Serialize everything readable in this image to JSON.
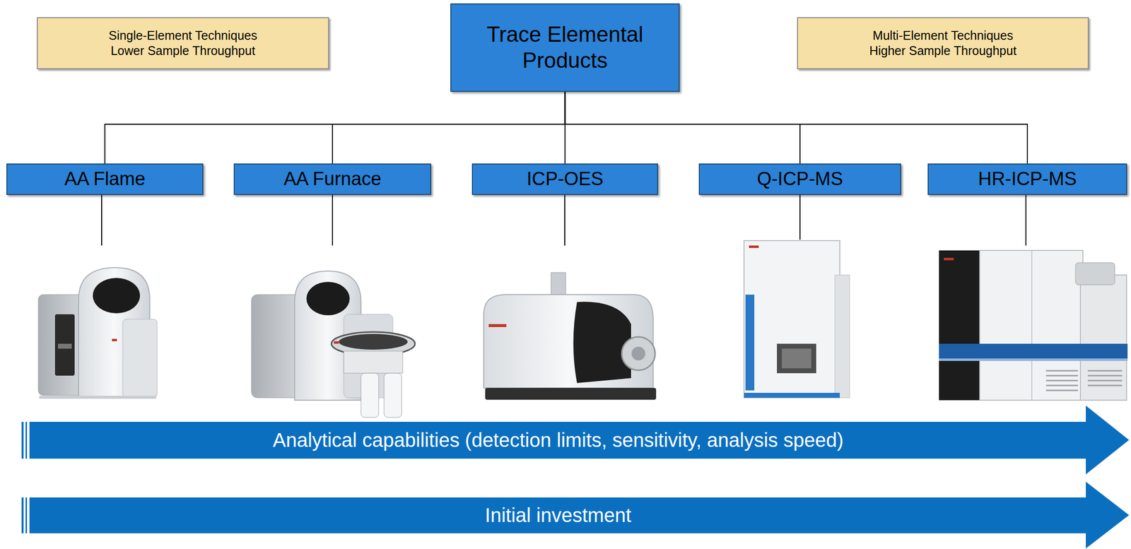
{
  "diagram": {
    "nodes": [
      {
        "text": [
          "Single-Element Techniques",
          "Lower Sample Throughput"
        ]
      },
      {
        "text": [
          "Trace Elemental Products"
        ]
      },
      {
        "text": [
          "Multi-Element Techniques",
          "Higher Sample Throughput"
        ]
      },
      {
        "text": [
          "AA Flame"
        ]
      },
      {
        "text": [
          "AA Furnace"
        ]
      },
      {
        "text": [
          "ICP-OES"
        ]
      },
      {
        "text": [
          "Q-ICP-MS"
        ]
      },
      {
        "text": [
          "HR-ICP-MS"
        ]
      },
      {
        "text": [
          "Analytical capabilities (detection limits, sensitivity, analysis speed)"
        ]
      },
      {
        "text": [
          "Initial investment"
        ]
      }
    ],
    "edges": [
      {
        "from": 1,
        "to": 3,
        "arrow": "none"
      },
      {
        "from": 1,
        "to": 4,
        "arrow": "none"
      },
      {
        "from": 1,
        "to": 5,
        "arrow": "none"
      },
      {
        "from": 1,
        "to": 6,
        "arrow": "none"
      },
      {
        "from": 1,
        "to": 7,
        "arrow": "none"
      }
    ]
  }
}
